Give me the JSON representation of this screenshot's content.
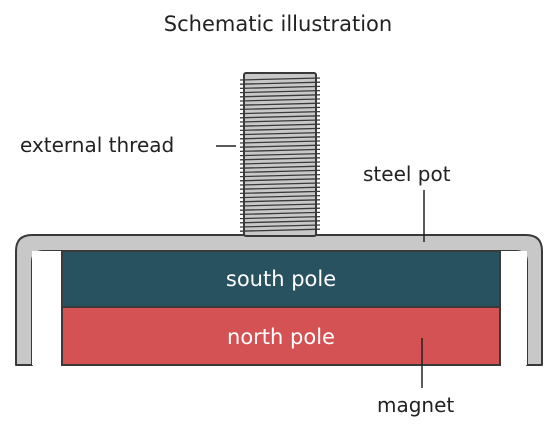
{
  "title": "Schematic illustration",
  "labels": {
    "external_thread": "external thread",
    "steel_pot": "steel pot",
    "south_pole": "south pole",
    "north_pole": "north pole",
    "magnet": "magnet"
  },
  "colors": {
    "steel": "#c8c8c8",
    "outline": "#3a3a3a",
    "south_pole": "#285260",
    "north_pole": "#d45254",
    "background": "#ffffff",
    "text": "#222222"
  }
}
